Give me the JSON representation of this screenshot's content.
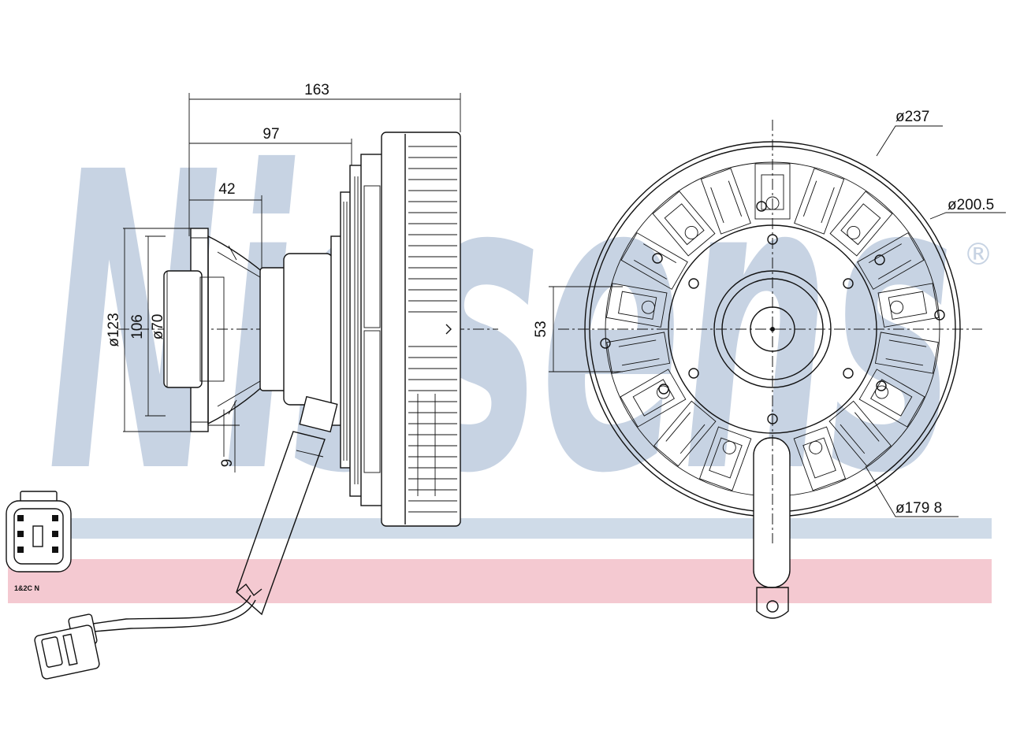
{
  "watermark": {
    "brand": "Nissens",
    "registered": "®",
    "color": "#c7d3e3",
    "band_blue": "#cfdbe8",
    "band_red": "#f4c9d1"
  },
  "dimensions": {
    "overall_length": "163",
    "length_97": "97",
    "length_42": "42",
    "dia_123": "ø123",
    "dia_106": "106",
    "dia_70": "ø70",
    "width_9": "9",
    "height_53": "53",
    "dia_237": "ø237",
    "dia_200_5": "ø200.5",
    "dia_179_8": "ø179 8"
  },
  "connector_label": "1&2C N"
}
